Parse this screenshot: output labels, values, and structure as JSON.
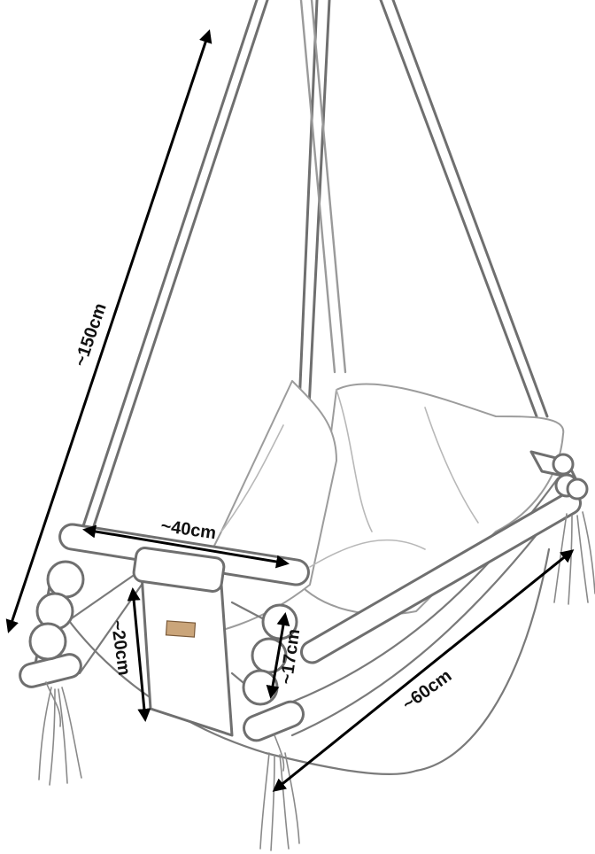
{
  "diagram": {
    "labels": {
      "height": "~150cm",
      "width_top": "~40cm",
      "seat_depth": "~20cm",
      "side_height": "~17cm",
      "length": "~60cm"
    },
    "colors": {
      "line": "#6f6f6f",
      "dimension": "#000000",
      "label": "#111111"
    }
  }
}
